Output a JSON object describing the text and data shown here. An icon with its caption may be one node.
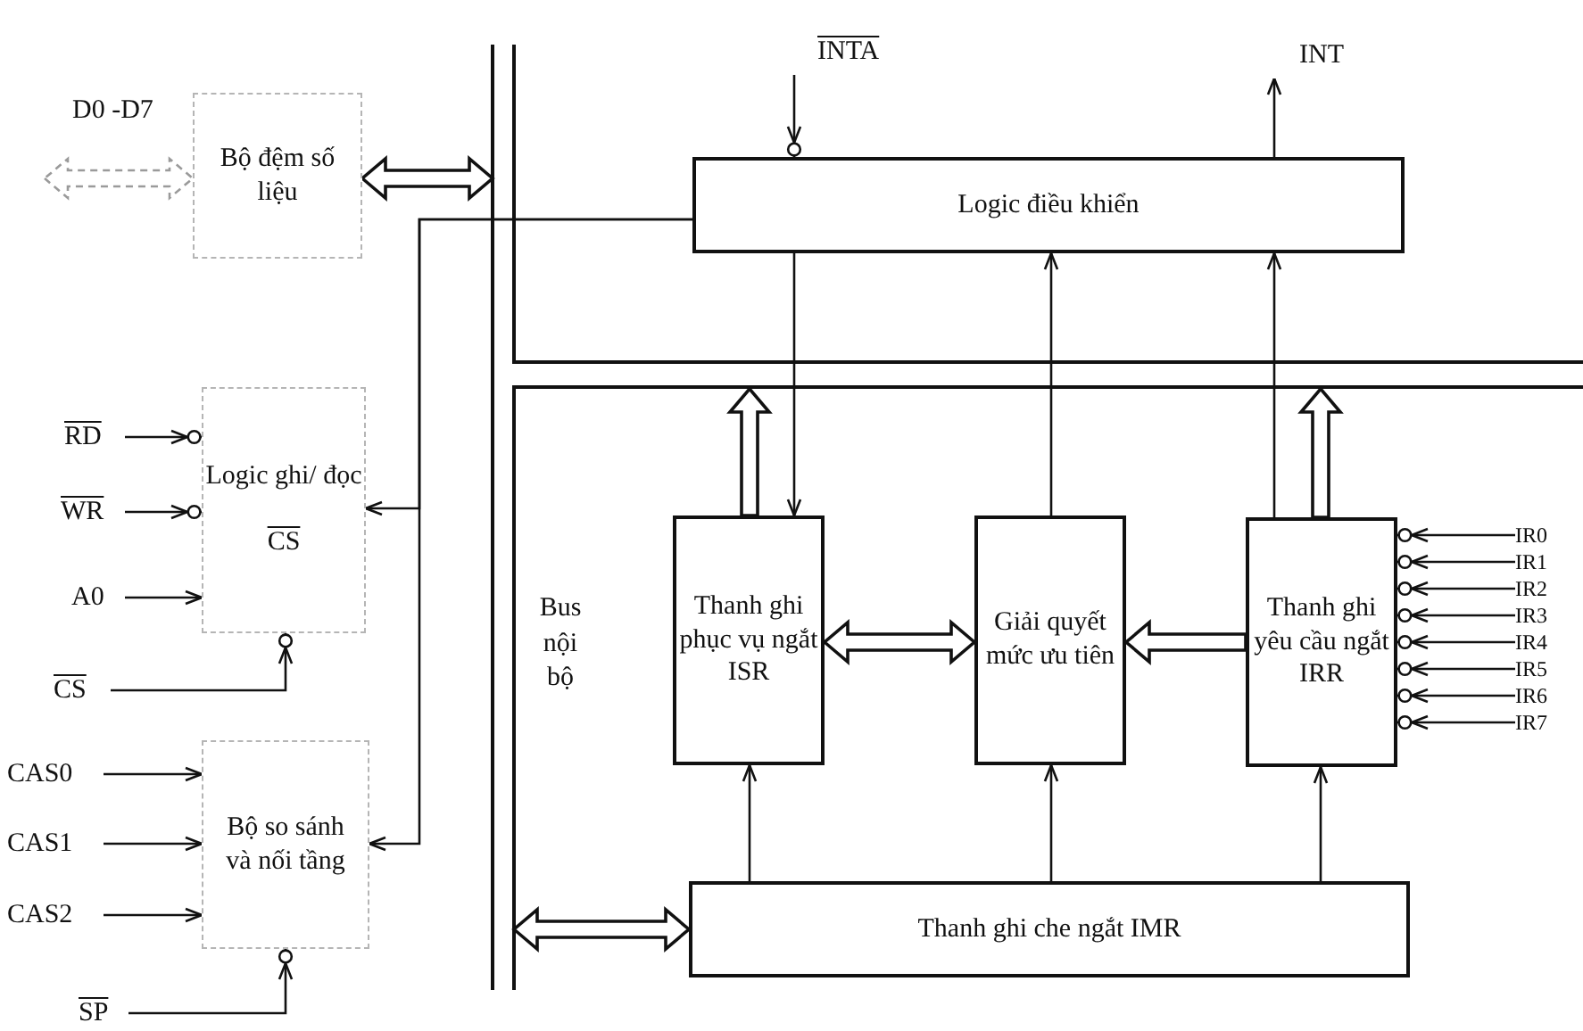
{
  "diagram": {
    "nodes": [
      {
        "text": [
          "Bộ đệm số liệu"
        ]
      },
      {
        "text": [
          "Logic ghi/ đọc",
          "CS"
        ]
      },
      {
        "text": [
          "Bộ so sánh và nối tầng"
        ]
      },
      {
        "text": [
          "Logic điều khiển"
        ]
      },
      {
        "text": [
          "Thanh ghi phục vụ ngắt ISR"
        ]
      },
      {
        "text": [
          "Giải quyết mức ưu tiên"
        ]
      },
      {
        "text": [
          "Thanh ghi yêu cầu ngắt IRR"
        ]
      },
      {
        "text": [
          "Thanh ghi che ngắt IMR"
        ]
      },
      {
        "text": [
          "RD"
        ]
      },
      {
        "text": [
          "WR"
        ]
      },
      {
        "text": [
          "A0"
        ]
      },
      {
        "text": [
          "CS"
        ]
      },
      {
        "text": [
          "CAS0"
        ]
      },
      {
        "text": [
          "CAS1"
        ]
      },
      {
        "text": [
          "CAS2"
        ]
      },
      {
        "text": [
          "SP"
        ]
      },
      {
        "text": [
          "INTA"
        ]
      },
      {
        "text": [
          "INT"
        ]
      },
      {
        "text": [
          "IR0"
        ]
      },
      {
        "text": [
          "IR1"
        ]
      },
      {
        "text": [
          "IR2"
        ]
      },
      {
        "text": [
          "IR3"
        ]
      },
      {
        "text": [
          "IR4"
        ]
      },
      {
        "text": [
          "IR5"
        ]
      },
      {
        "text": [
          "IR6"
        ]
      },
      {
        "text": [
          "IR7"
        ]
      }
    ],
    "edges": [
      {
        "from": null,
        "to": 0,
        "arrow": "both",
        "label": "D0 -D7",
        "style": "dashed",
        "color": "#9a9a9a"
      },
      {
        "from": 0,
        "to": null,
        "arrow": "both",
        "style": "thick"
      },
      {
        "from": 3,
        "to": 1,
        "arrow": "to"
      },
      {
        "from": 3,
        "to": 2,
        "arrow": "to"
      },
      {
        "from": 8,
        "to": 1,
        "arrow": "to"
      },
      {
        "from": 9,
        "to": 1,
        "arrow": "to"
      },
      {
        "from": 10,
        "to": 1,
        "arrow": "to"
      },
      {
        "from": 11,
        "to": 1,
        "arrow": "to"
      },
      {
        "from": 12,
        "to": 2,
        "arrow": "to"
      },
      {
        "from": 13,
        "to": 2,
        "arrow": "to"
      },
      {
        "from": 14,
        "to": 2,
        "arrow": "to"
      },
      {
        "from": 15,
        "to": 2,
        "arrow": "to"
      },
      {
        "from": 16,
        "to": 3,
        "arrow": "to"
      },
      {
        "from": 3,
        "to": 17,
        "arrow": "to"
      },
      {
        "from": 3,
        "to": 4,
        "arrow": "to"
      },
      {
        "from": 5,
        "to": 3,
        "arrow": "to"
      },
      {
        "from": 6,
        "to": 3,
        "arrow": "to"
      },
      {
        "from": 4,
        "to": null,
        "arrow": "to",
        "style": "thick"
      },
      {
        "from": 6,
        "to": null,
        "arrow": "to",
        "style": "thick"
      },
      {
        "from": 4,
        "to": 5,
        "arrow": "both",
        "style": "thick"
      },
      {
        "from": 6,
        "to": 5,
        "arrow": "to",
        "style": "thick"
      },
      {
        "from": 7,
        "to": 4,
        "arrow": "to"
      },
      {
        "from": 7,
        "to": 5,
        "arrow": "to"
      },
      {
        "from": 7,
        "to": 6,
        "arrow": "to"
      },
      {
        "from": null,
        "to": 7,
        "arrow": "both",
        "style": "thick"
      },
      {
        "from": 18,
        "to": 6,
        "arrow": "to"
      },
      {
        "from": 19,
        "to": 6,
        "arrow": "to"
      },
      {
        "from": 20,
        "to": 6,
        "arrow": "to"
      },
      {
        "from": 21,
        "to": 6,
        "arrow": "to"
      },
      {
        "from": 22,
        "to": 6,
        "arrow": "to"
      },
      {
        "from": 23,
        "to": 6,
        "arrow": "to"
      },
      {
        "from": 24,
        "to": 6,
        "arrow": "to"
      },
      {
        "from": 25,
        "to": 6,
        "arrow": "to"
      }
    ],
    "labels": [
      "Bus nội bộ"
    ]
  }
}
